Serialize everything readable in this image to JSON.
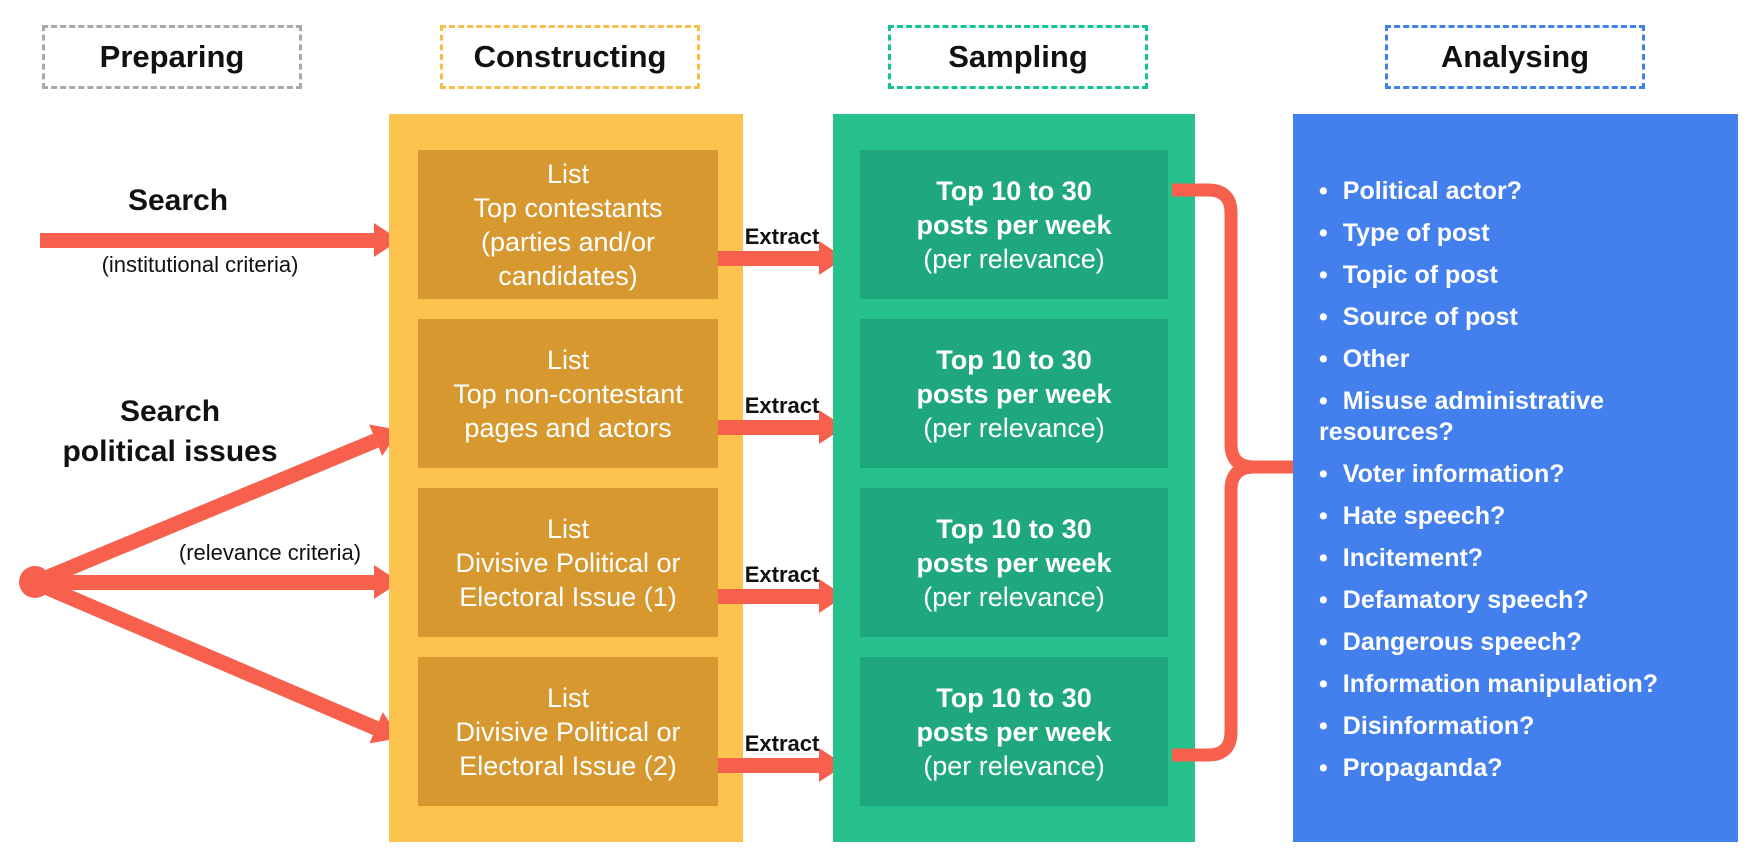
{
  "colors": {
    "red": "#F6604D",
    "yellow-panel": "#FCC34F",
    "yellow-box": "#D6982F",
    "yellow-dash": "#F8BE4B",
    "green-panel": "#27C18E",
    "green-box": "#1FA87D",
    "green-dash": "#12C493",
    "blue-panel": "#4380EE",
    "blue-dash": "#4080EE",
    "gray-dash": "#A9A9A9",
    "text-dark": "#111111",
    "text-light": "#FFFFFF"
  },
  "phases": [
    {
      "label": "Preparing"
    },
    {
      "label": "Constructing"
    },
    {
      "label": "Sampling"
    },
    {
      "label": "Analysing"
    }
  ],
  "preparing": {
    "search_label": "Search",
    "search_note": "(institutional criteria)",
    "issues_lines": [
      "Search",
      "political issues"
    ],
    "issues_note": "(relevance criteria)"
  },
  "constructing": {
    "boxes": [
      {
        "lines": [
          "List",
          "Top contestants",
          "(parties and/or",
          "candidates)"
        ]
      },
      {
        "lines": [
          "List",
          "Top non-contestant",
          "pages and actors"
        ]
      },
      {
        "lines": [
          "List",
          "Divisive Political or",
          "Electoral Issue (1)"
        ]
      },
      {
        "lines": [
          "List",
          "Divisive Political or",
          "Electoral Issue (2)"
        ]
      }
    ]
  },
  "extract": {
    "labels": [
      "Extract",
      "Extract",
      "Extract",
      "Extract"
    ]
  },
  "sampling": {
    "boxes": [
      {
        "lines": [
          "Top 10 to 30",
          "posts per week",
          "(per relevance)"
        ]
      },
      {
        "lines": [
          "Top 10 to 30",
          "posts per week",
          "(per relevance)"
        ]
      },
      {
        "lines": [
          "Top 10 to 30",
          "posts per week",
          "(per relevance)"
        ]
      },
      {
        "lines": [
          "Top 10 to 30",
          "posts per week",
          "(per relevance)"
        ]
      }
    ]
  },
  "analysing": {
    "bullets": [
      "Political actor?",
      "Type of post",
      "Topic of post",
      "Source of post",
      "Other",
      "Misuse administrative resources?",
      "Voter information?",
      "Hate speech?",
      "Incitement?",
      "Defamatory speech?",
      "Dangerous speech?",
      "Information manipulation?",
      "Disinformation?",
      "Propaganda?"
    ]
  }
}
